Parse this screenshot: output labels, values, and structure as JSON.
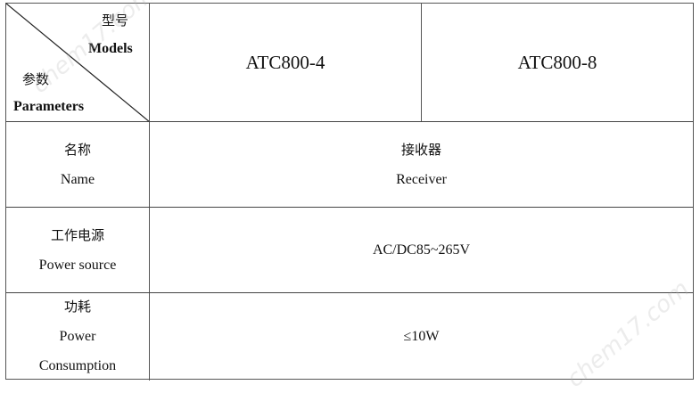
{
  "header": {
    "corner": {
      "models_cn": "型号",
      "models_en": "Models",
      "params_cn": "参数",
      "params_en": "Parameters"
    },
    "models": [
      "ATC800-4",
      "ATC800-8"
    ]
  },
  "rows": [
    {
      "param_cn": "名称",
      "param_en": "Name",
      "value_cn": "接收器",
      "value_en": "Receiver"
    },
    {
      "param_cn": "工作电源",
      "param_en": "Power source",
      "value": "AC/DC85~265V"
    },
    {
      "param_cn": "功耗",
      "param_en_1": "Power",
      "param_en_2": "Consumption",
      "value": "≤10W"
    }
  ],
  "watermark": "chem17.com"
}
